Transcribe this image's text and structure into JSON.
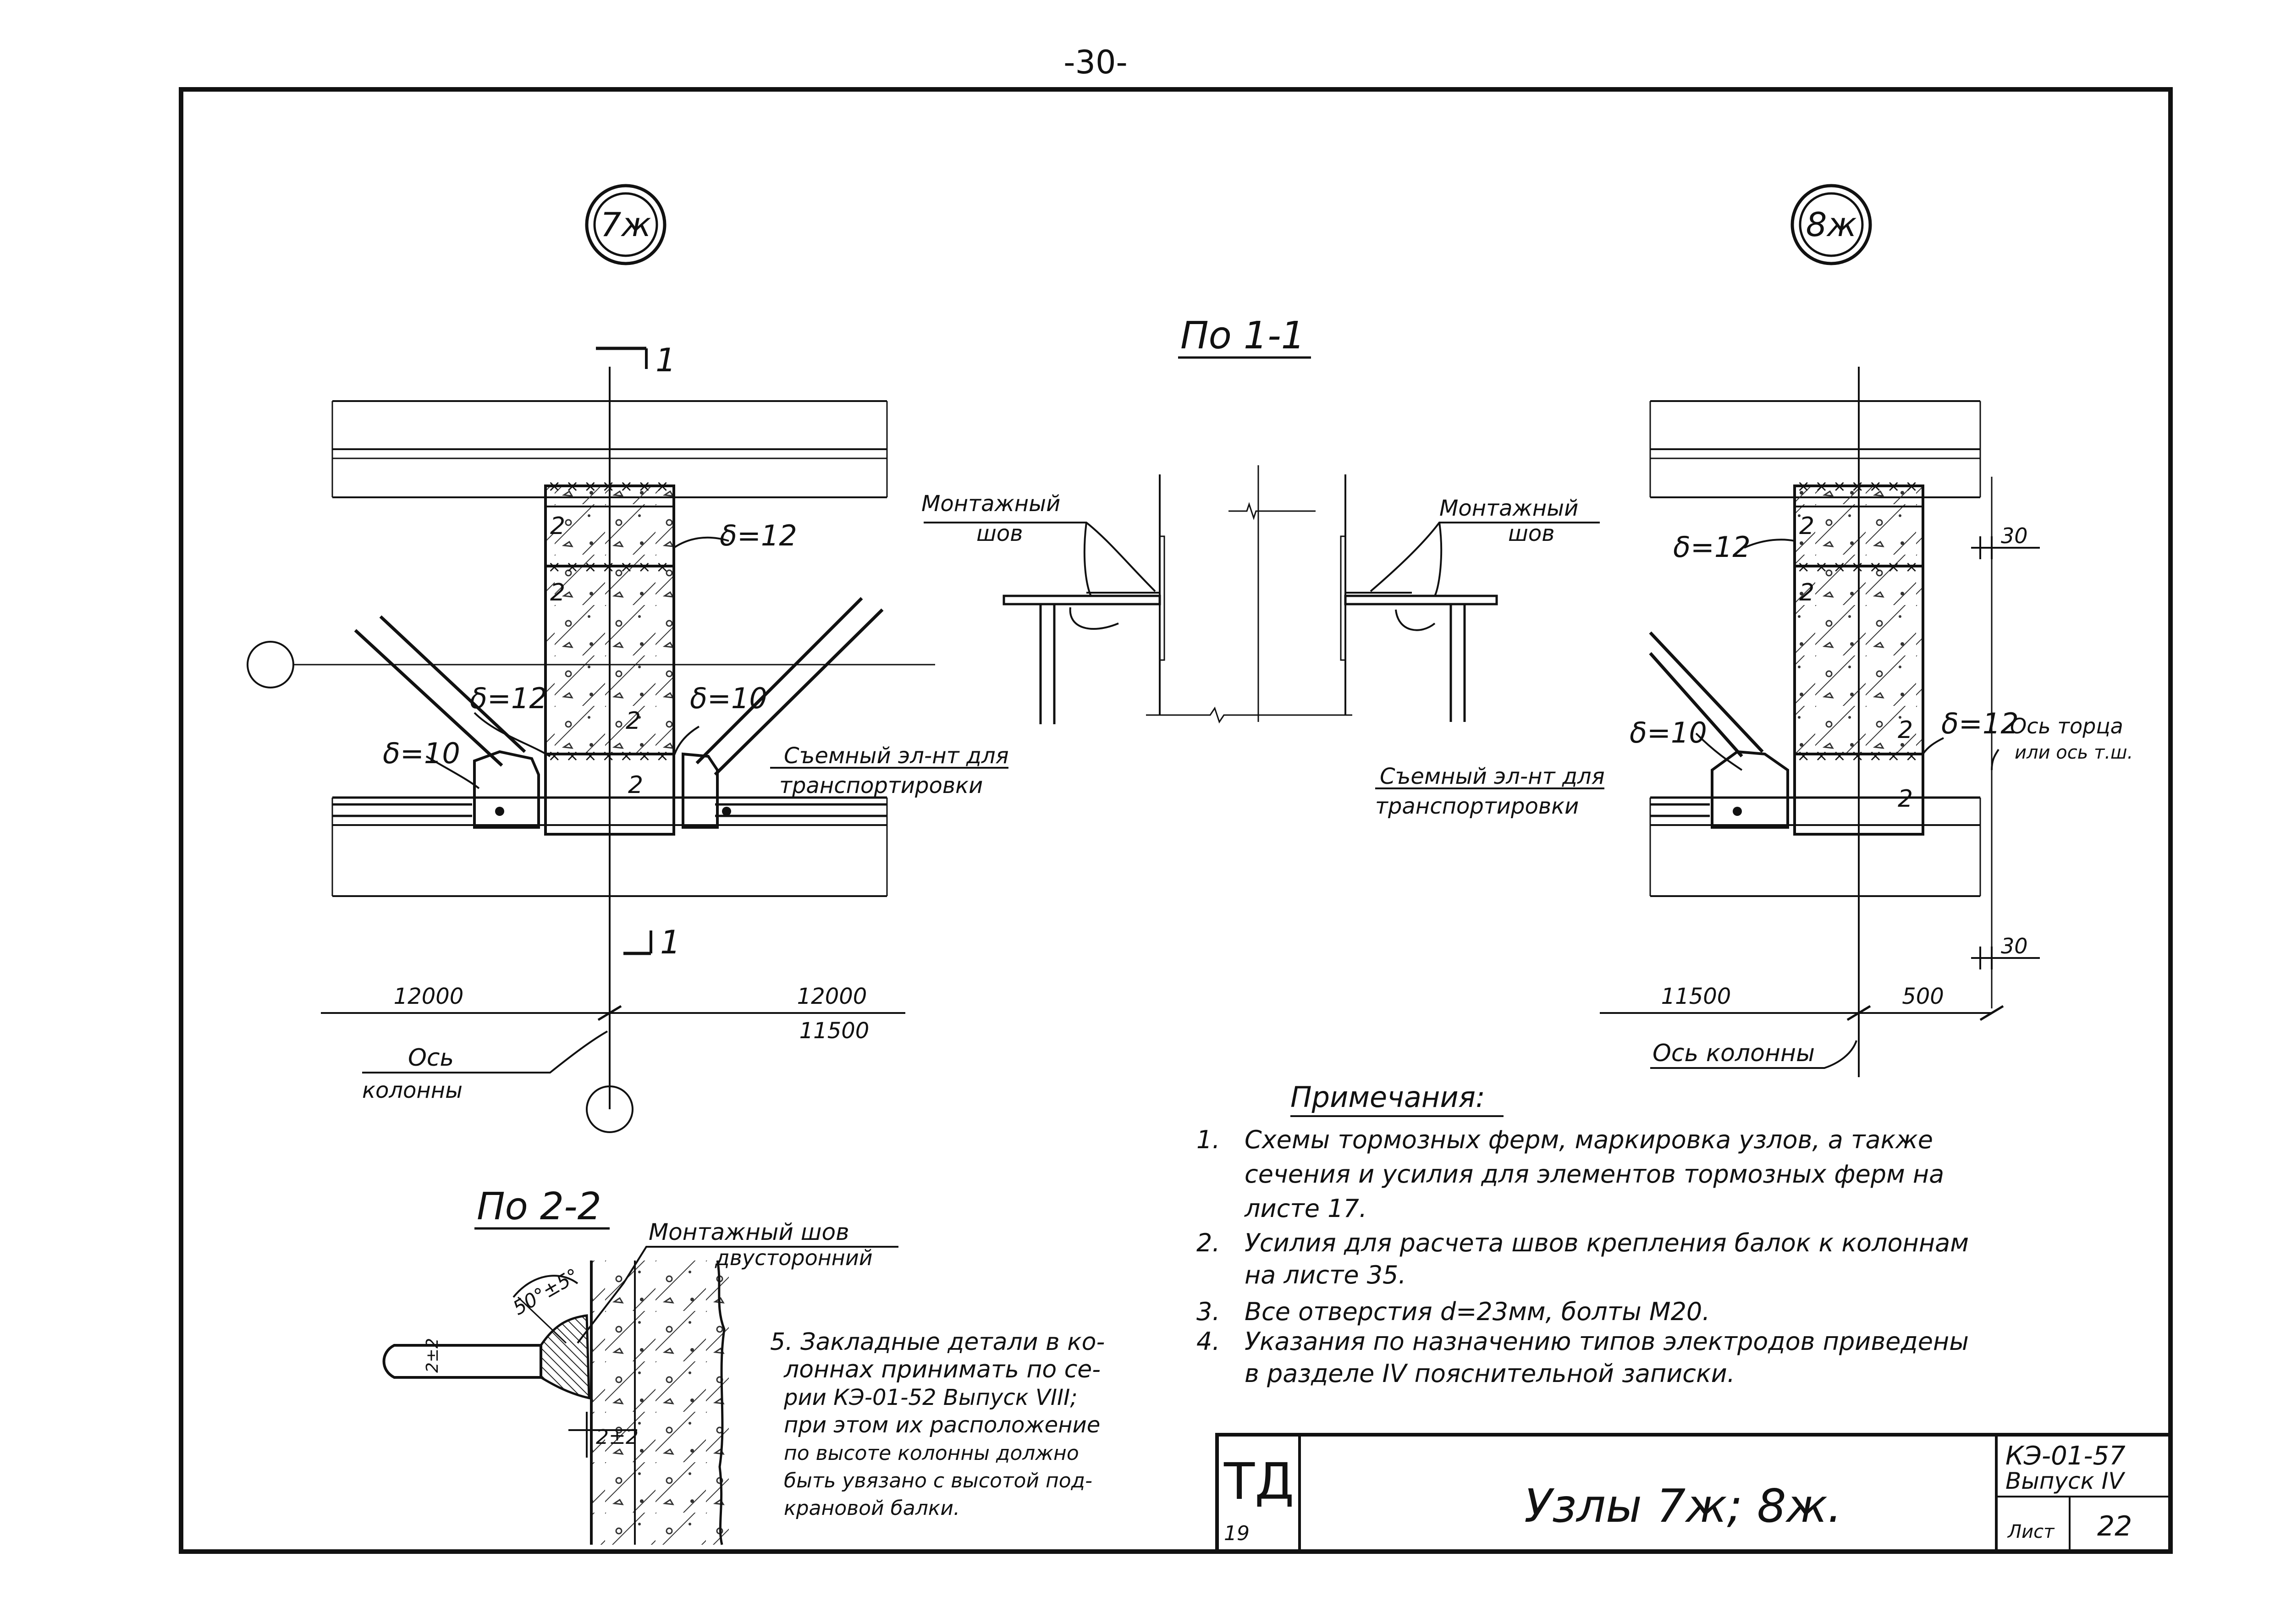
{
  "page_number": "-30-",
  "node_labels": {
    "left": "7ж",
    "right": "8ж"
  },
  "section_11": {
    "title": "По 1-1",
    "left_weld": [
      "Монтажный",
      "шов"
    ],
    "right_weld": [
      "Монтажный",
      "шов"
    ]
  },
  "node7": {
    "cut_mark_top": "1",
    "cut_mark_bottom": "1",
    "cut2_marks": [
      "2",
      "2",
      "2",
      "2"
    ],
    "delta_top": "δ=12",
    "delta_mid": "δ=12",
    "delta_right": "δ=10",
    "delta_left": "δ=10",
    "removable": [
      "Съемный эл-нт для",
      "транспортировки"
    ],
    "dim_left": "12000",
    "dim_right_top": "12000",
    "dim_right_bottom": "11500",
    "axis_label": [
      "Ось",
      "колонны"
    ]
  },
  "node8": {
    "delta_top": "δ=12",
    "delta_left": "δ=10",
    "delta_right": "δ=12",
    "cut2_marks": [
      "2",
      "2",
      "2",
      "2"
    ],
    "dim_30_top": "30",
    "dim_30_bottom": "30",
    "end_axis": [
      "Ось торца",
      "или ось т.ш."
    ],
    "removable": [
      "Съемный эл-нт для",
      "транспортировки"
    ],
    "dim_left": "11500",
    "dim_right": "500",
    "axis_label": "Ось колонны"
  },
  "section_22": {
    "title": "По 2-2",
    "weld": [
      "Монтажный шов",
      "двусторонний"
    ],
    "angle": "50°±5°",
    "gap_vertical": "2±2",
    "gap_horizontal": "2±2"
  },
  "note5": [
    "5. Закладные детали в ко-",
    "лоннах принимать по се-",
    "рии КЭ-01-52 Выпуск VIII;",
    "при этом их расположение",
    "по высоте колонны должно",
    "быть увязано с высотой под-",
    "крановой балки."
  ],
  "notes": {
    "title": "Примечания:",
    "items": [
      [
        "1.",
        "Схемы тормозных ферм, маркировка узлов, а также",
        "сечения и усилия для элементов тормозных ферм на",
        "листе 17."
      ],
      [
        "2.",
        "Усилия для расчета швов крепления балок к колоннам",
        "на листе 35."
      ],
      [
        "3.",
        "Все отверстия d=23мм, болты М20."
      ],
      [
        "4.",
        "Указания по назначению типов электродов приведены",
        "в разделе IV пояснительной записки."
      ]
    ]
  },
  "title_block": {
    "logo": "ТД",
    "logo_sub": "19",
    "title": "Узлы 7ж; 8ж.",
    "code": "КЭ-01-57",
    "issue": "Выпуск IV",
    "sheet_label": "Лист",
    "sheet_number": "22"
  }
}
